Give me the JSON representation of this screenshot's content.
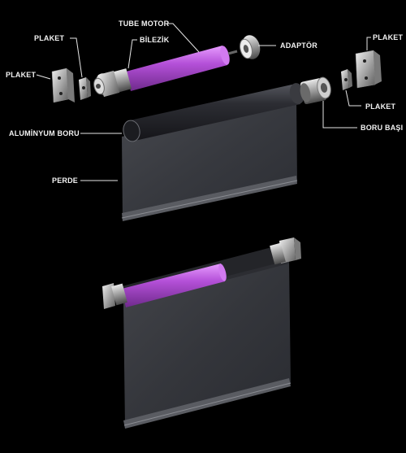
{
  "labels": {
    "tube_motor": "TUBE MOTOR",
    "bilezik": "BİLEZİK",
    "adaptor": "ADAPTÖR",
    "plaket_top_left": "PLAKET",
    "plaket_left": "PLAKET",
    "plaket_top_right": "PLAKET",
    "plaket_right": "PLAKET",
    "aluminyum_boru": "ALUMİNYUM BORU",
    "boru_basi": "BORU BAŞI",
    "perde": "PERDE"
  },
  "colors": {
    "background": "#000000",
    "motor": "#b04fd0",
    "fabric": "#3c3e44",
    "tube": "#2a2b30",
    "bracket": "#c8c8c8",
    "label_text": "#f2f2f2"
  },
  "icons": [
    "bracket-left-outer",
    "bracket-left-inner",
    "motor-head",
    "adaptor-ring",
    "end-cap",
    "bracket-right-outer",
    "bracket-right-inner"
  ]
}
